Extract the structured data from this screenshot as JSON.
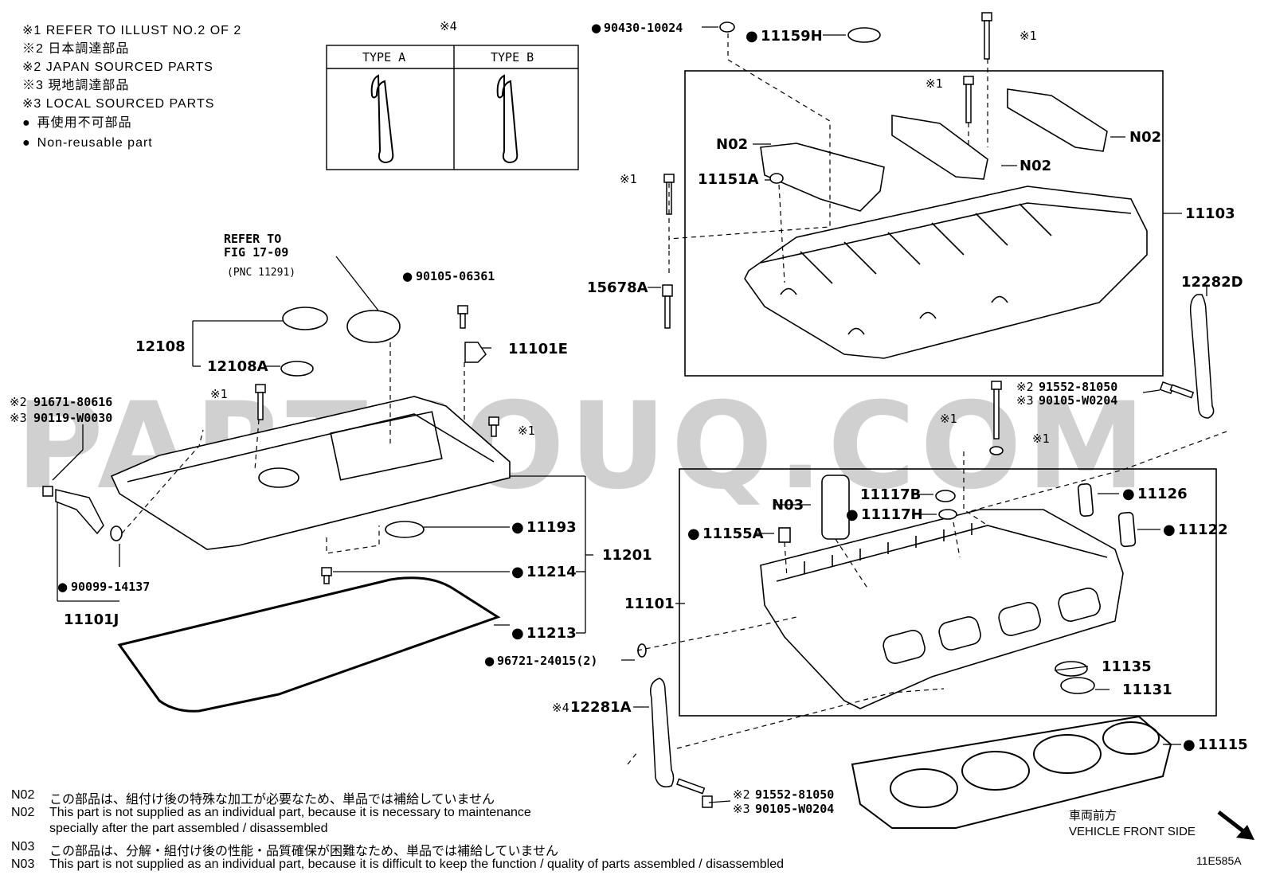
{
  "watermark": "PARTSOUQ.COM",
  "legend": {
    "lines": [
      "※1 REFER TO ILLUST NO.2 OF 2",
      "※2 日本調達部品",
      "※2 JAPAN SOURCED PARTS",
      "※3 現地調達部品",
      "※3 LOCAL SOURCED PARTS"
    ],
    "bullet_jp": "再使用不可部品",
    "bullet_en": "Non-reusable part"
  },
  "type_table": {
    "marker": "※4",
    "col_a": "TYPE A",
    "col_b": "TYPE B"
  },
  "refer": {
    "line1": "REFER TO",
    "line2": "FIG 17-09",
    "line3": "(PNC 11291)"
  },
  "labels": {
    "p90430": "90430-10024",
    "p11159H": "11159H",
    "pN02a": "N02",
    "pN02b": "N02",
    "pN02c": "N02",
    "p11151A": "11151A",
    "p11103": "11103",
    "p15678A": "15678A",
    "p12282D": "12282D",
    "p90105_06361": "90105-06361",
    "p12108": "12108",
    "p12108A": "12108A",
    "p11101E": "11101E",
    "p91671": "91671-80616",
    "p90119": "90119-W0030",
    "p91552a": "91552-81050",
    "p90105_W0204a": "90105-W0204",
    "p11193": "11193",
    "p11214": "11214",
    "p11201": "11201",
    "p11213": "11213",
    "p90099": "90099-14137",
    "p11101J": "11101J",
    "p96721": "96721-24015(2)",
    "pN03": "N03",
    "p11117B": "11117B",
    "p11117H": "11117H",
    "p11126": "11126",
    "p11122": "11122",
    "p11155A": "11155A",
    "p11101": "11101",
    "p11135": "11135",
    "p11131": "11131",
    "p12281A": "12281A",
    "p11115": "11115",
    "p91552b": "91552-81050",
    "p90105_W0204b": "90105-W0204"
  },
  "markers": {
    "m1": "※1",
    "m2": "※2",
    "m3": "※3",
    "m4": "※4"
  },
  "vehicle_front": {
    "jp": "車両前方",
    "en": "VEHICLE FRONT SIDE"
  },
  "footnotes": [
    {
      "code": "N02",
      "text": "この部品は、組付け後の特殊な加工が必要なため、単品では補給していません"
    },
    {
      "code": "N02",
      "text": "This part is not supplied as an individual part, because it is necessary to maintenance"
    },
    {
      "code": "",
      "text": "specially after the part assembled / disassembled"
    },
    {
      "code": "N03",
      "text": "この部品は、分解・組付け後の性能・品質確保が困難なため、単品では補給していません"
    },
    {
      "code": "N03",
      "text": "This part is not supplied as an individual part, because it is difficult to keep the function / quality of parts  assembled / disassembled"
    }
  ],
  "illustration_id": "11E585A"
}
